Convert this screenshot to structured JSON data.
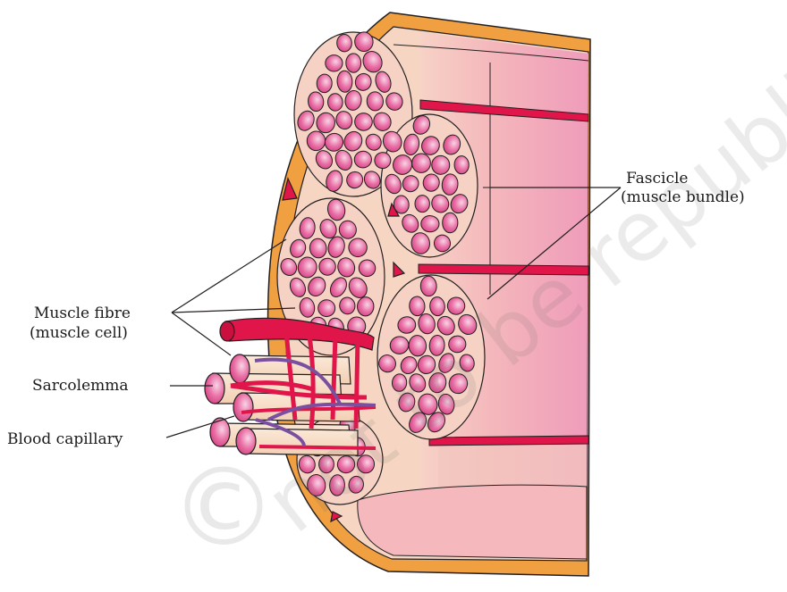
{
  "labels": {
    "fascicle": "Fascicle",
    "fascicle_sub": "(muscle bundle)",
    "muscle_fibre": "Muscle fibre",
    "muscle_fibre_sub": "(muscle cell)",
    "sarcolemma": "Sarcolemma",
    "blood_capillary": "Blood capillary"
  },
  "watermark": {
    "text": "© not to be republished",
    "copyright_symbol": "©"
  },
  "colors": {
    "epimysium": "#f0a040",
    "connective_tissue": "#f6d6c2",
    "muscle_fibre": "#e86aa0",
    "blood_vessel": "#e0164a",
    "capillary": "#7a4fa0",
    "outline": "#231f20"
  }
}
